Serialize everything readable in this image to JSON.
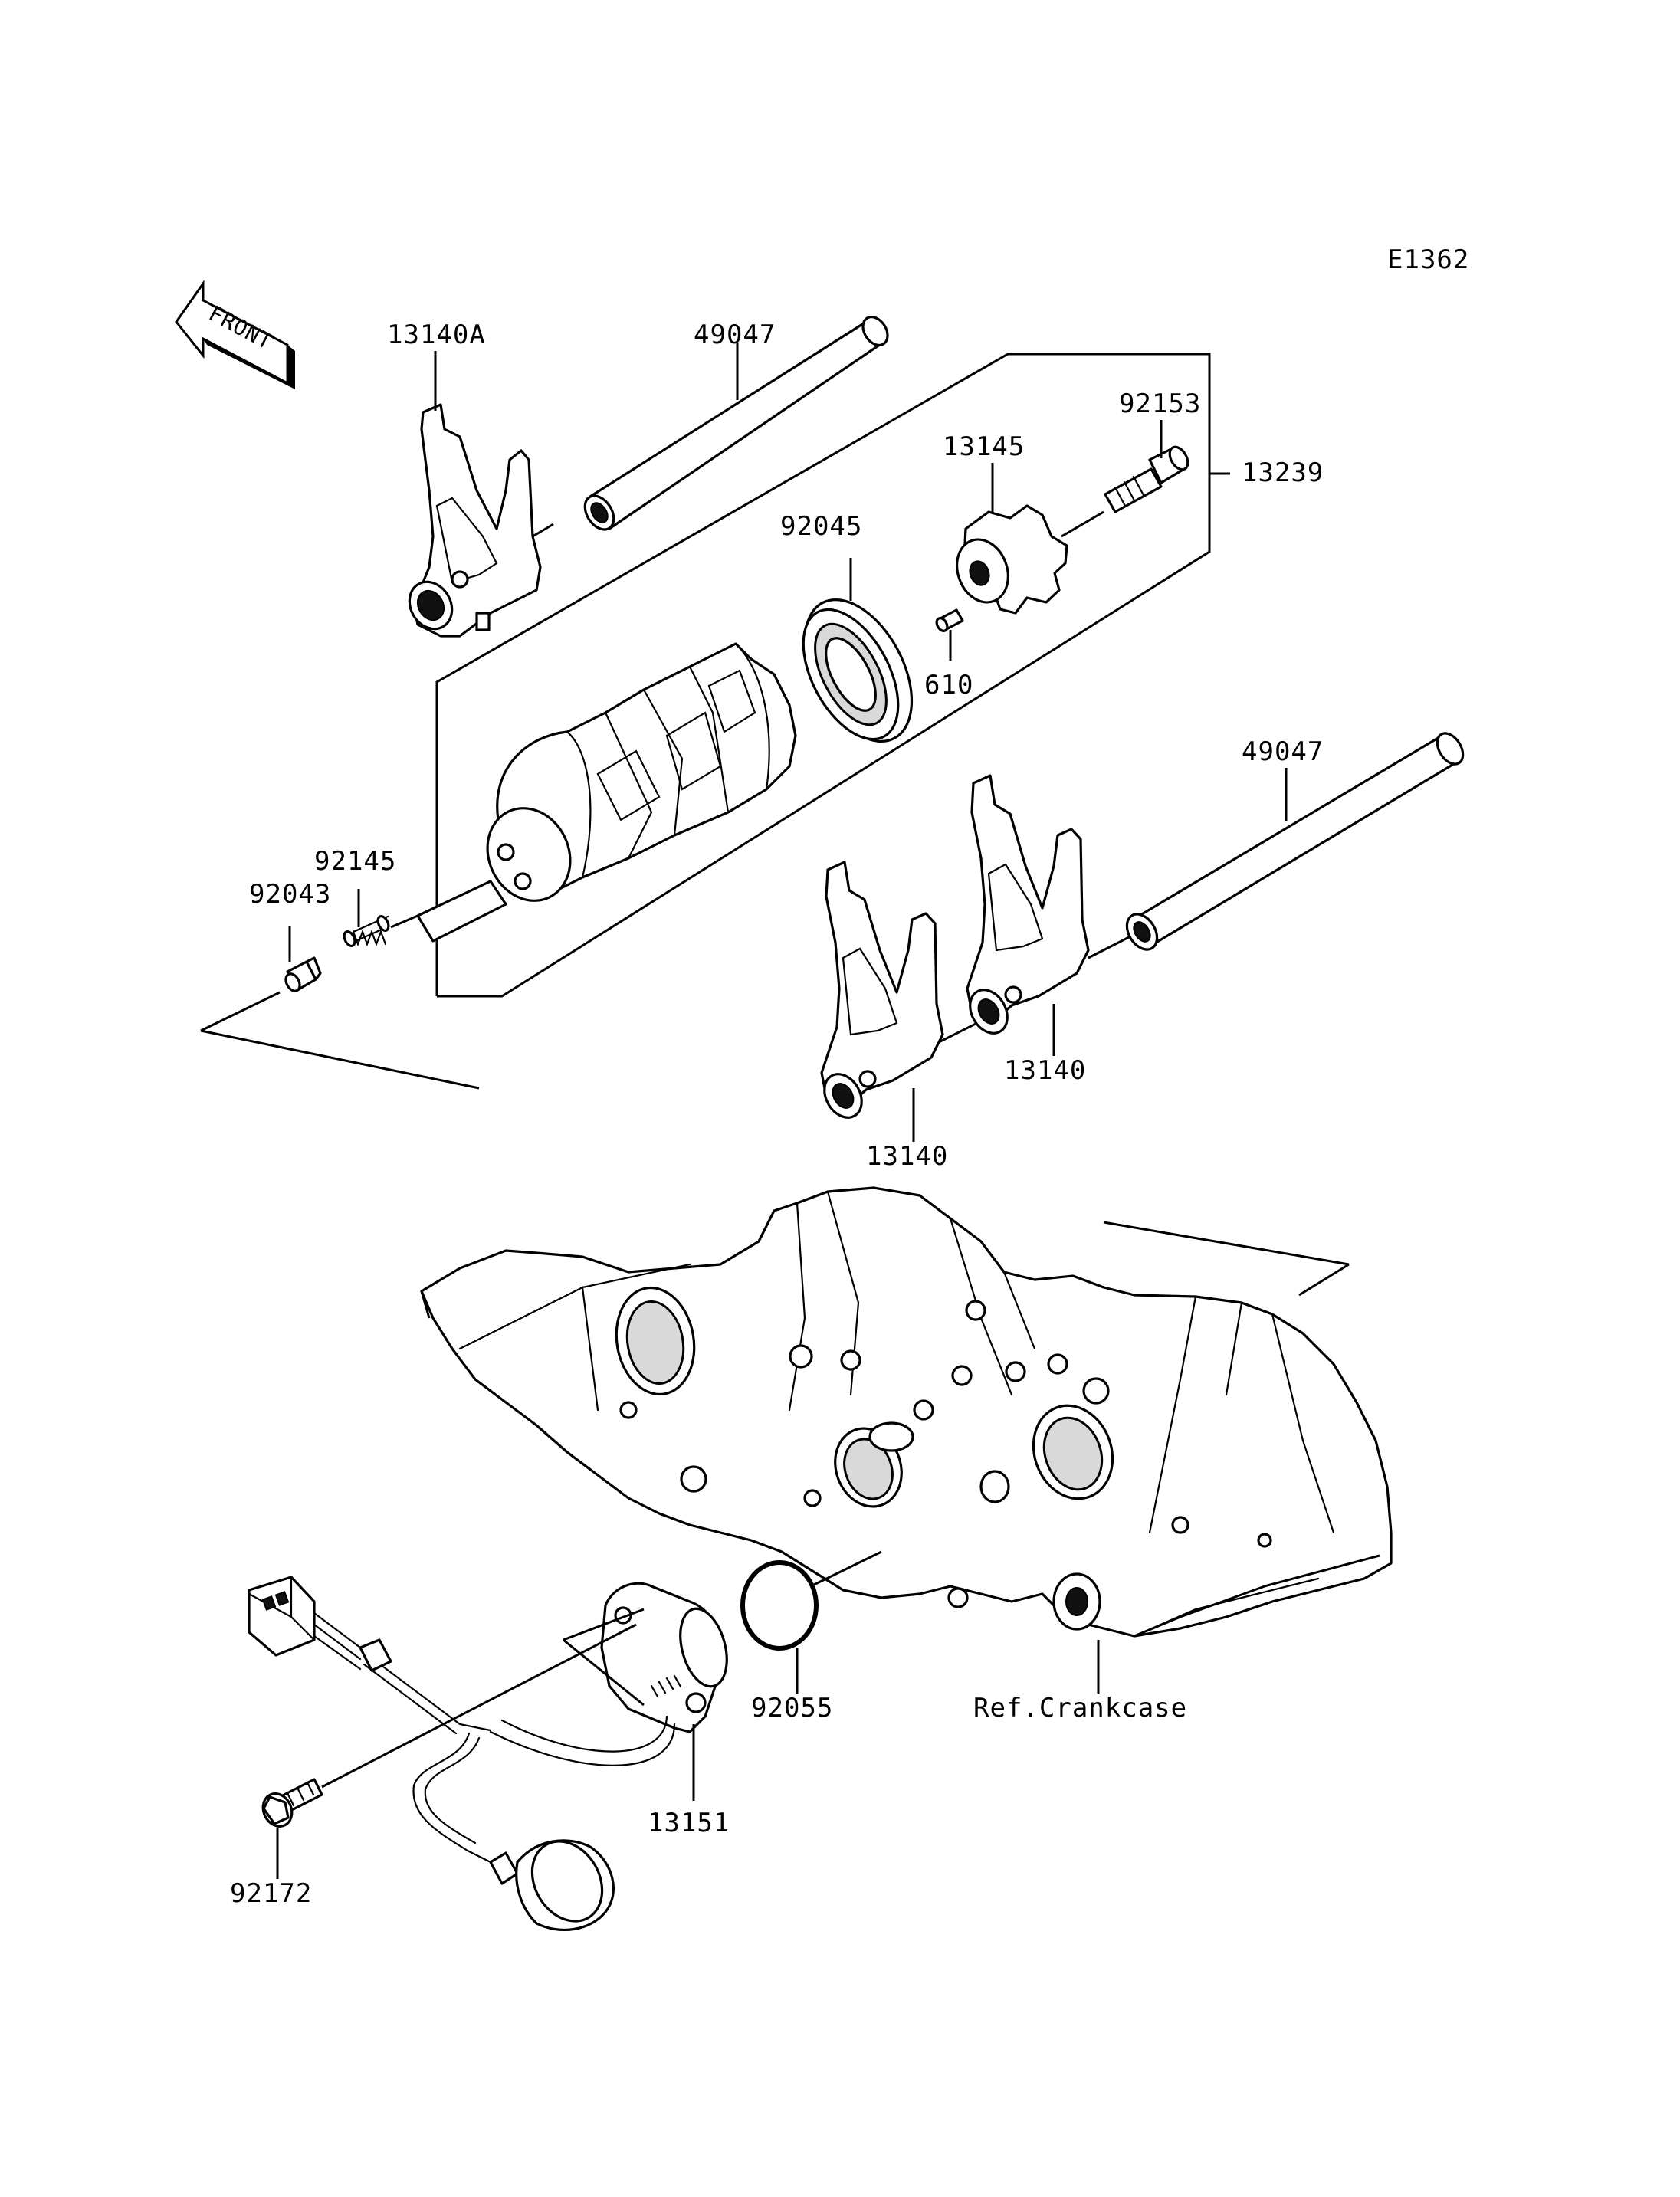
{
  "diagram_id": "E1362",
  "front_label": "FRONT",
  "callouts": {
    "fork_13140A": "13140A",
    "shaft_upper": "49047",
    "bolt_92153": "92153",
    "plate_13145": "13145",
    "assembly_13239": "13239",
    "bearing_92045": "92045",
    "pin_610": "610",
    "shaft_lower": "49047",
    "spring_92145": "92145",
    "plunger_92043": "92043",
    "fork_13140_right": "13140",
    "fork_13140_left": "13140",
    "oring_92055": "92055",
    "ref_crankcase": "Ref.Crankcase",
    "sensor_13151": "13151",
    "bolt_92172": "92172"
  }
}
